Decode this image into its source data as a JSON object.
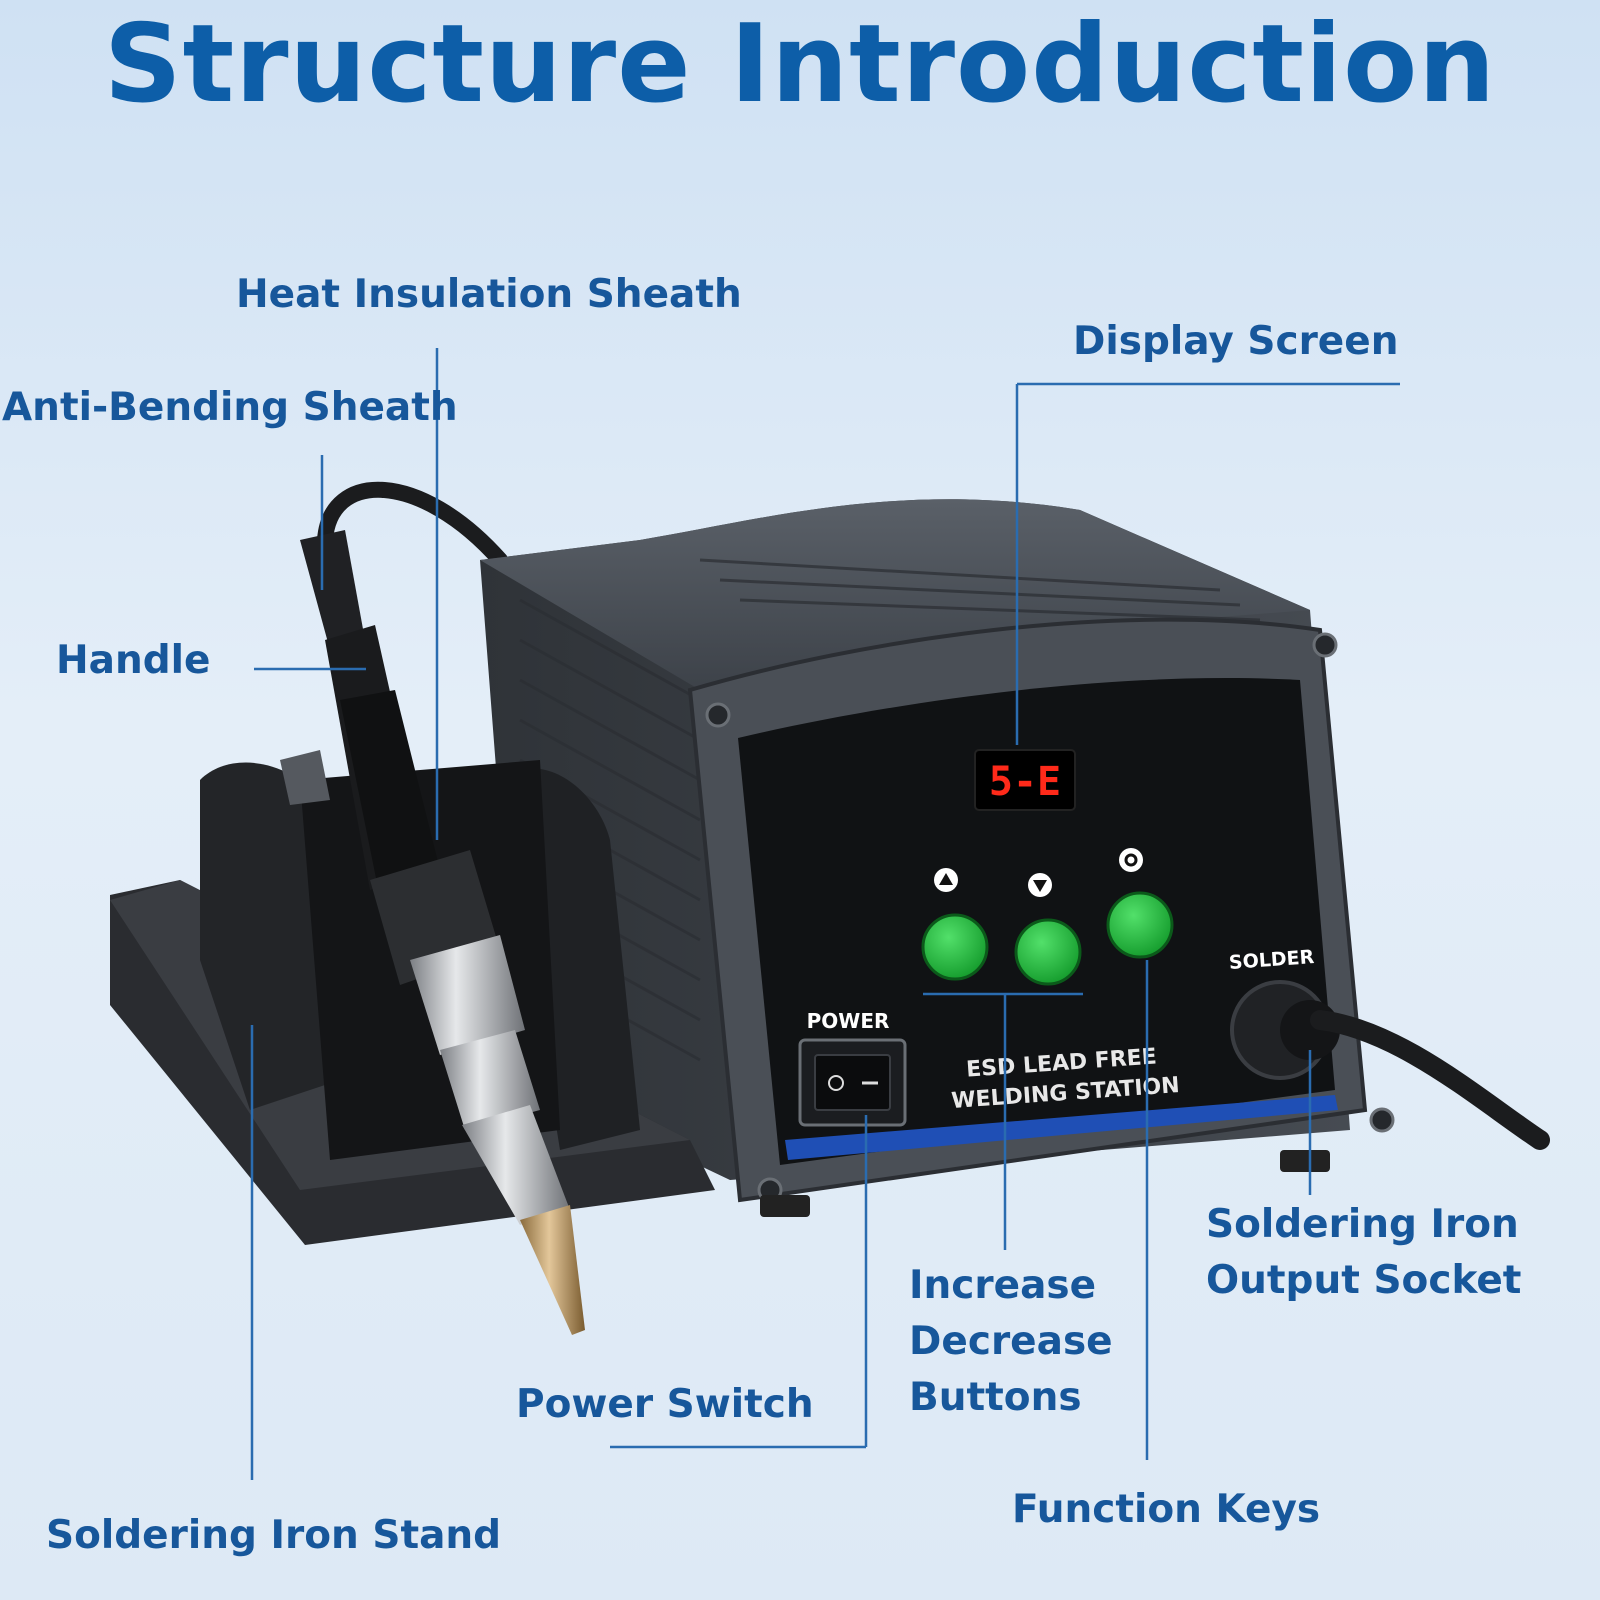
{
  "title": "Structure Introduction",
  "labels": {
    "heat_insulation_sheath": "Heat Insulation Sheath",
    "display_screen": "Display Screen",
    "anti_bending_sheath": "Anti-Bending Sheath",
    "handle": "Handle",
    "soldering_iron_output_socket": "Soldering Iron\nOutput Socket",
    "increase_decrease_buttons": "Increase\nDecrease\nButtons",
    "power_switch": "Power Switch",
    "function_keys": "Function Keys",
    "soldering_iron_stand": "Soldering Iron Stand"
  },
  "device": {
    "display_value": "5-E",
    "power_label": "POWER",
    "solder_label": "SOLDER",
    "panel_text_line1": "ESD LEAD FREE",
    "panel_text_line2": "WELDING STATION"
  },
  "colors": {
    "title": "#0d5ea8",
    "label": "#17579b",
    "leader_line": "#2a6cb0",
    "button_green": "#1fae3a",
    "display_red": "#ff2a1a",
    "accent_blue": "#1f4fb5"
  },
  "icons": {
    "up_button": "up-arrow-icon",
    "down_button": "down-arrow-icon",
    "function_button": "gear-icon"
  }
}
